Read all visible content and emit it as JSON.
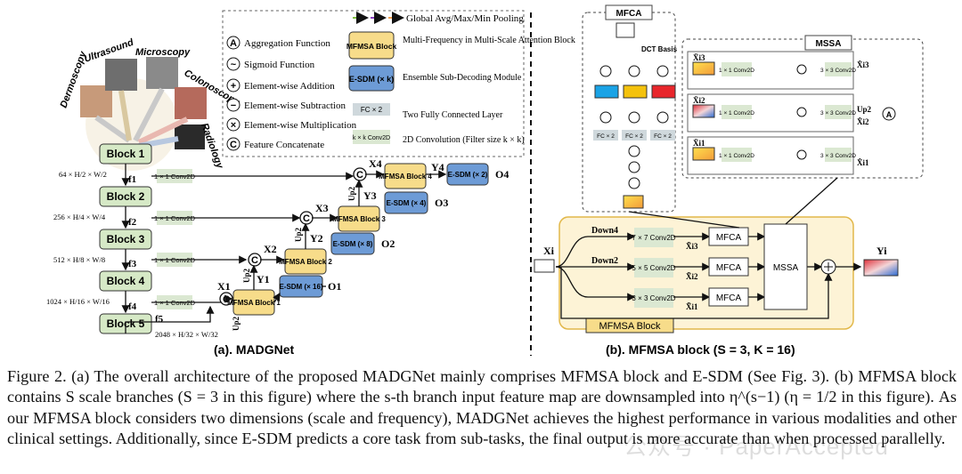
{
  "panel_a": {
    "title": "(a). MADGNet",
    "modalities": [
      "Dermoscopy",
      "Ultrasound",
      "Microscopy",
      "Colonoscopy",
      "Radiology"
    ],
    "blocks": [
      "Block 1",
      "Block 2",
      "Block 3",
      "Block 4",
      "Block 5"
    ],
    "dims": [
      "64 × H/2 × W/2",
      "256 × H/4 × W/4",
      "512 × H/8 × W/8",
      "1024 × H/16 × W/16",
      "2048 × H/32 × W/32"
    ],
    "feature_labels": [
      "f1",
      "f2",
      "f3",
      "f4",
      "f5"
    ],
    "conv_label": "1 × 1 Conv2D",
    "mfmsa_labels": [
      "MFMSA Block 1",
      "MFMSA Block 2",
      "MFMSA Block 3",
      "MFMSA Block 4"
    ],
    "esdm_labels": [
      "E-SDM (× 16)",
      "E-SDM (× 8)",
      "E-SDM (× 4)",
      "E-SDM (× 2)"
    ],
    "outputs": [
      "O1",
      "O2",
      "O3",
      "O4"
    ],
    "x_labels": [
      "X1",
      "X2",
      "X3",
      "X4"
    ],
    "y_labels": [
      "Y1",
      "Y2",
      "Y3",
      "Y4"
    ],
    "up_labels": [
      "Up2",
      "Up2",
      "Up2",
      "Up2"
    ],
    "concat_symbol": "C"
  },
  "legend": {
    "pooling": "Global Avg/Max/Min Pooling",
    "items_left": [
      {
        "symbol": "A",
        "label": "Aggregation Function"
      },
      {
        "symbol": "~",
        "label": "Sigmoid Function"
      },
      {
        "symbol": "+",
        "label": "Element-wise Addition"
      },
      {
        "symbol": "−",
        "label": "Element-wise Subtraction"
      },
      {
        "symbol": "×",
        "label": "Element-wise Multiplication"
      },
      {
        "symbol": "C",
        "label": "Feature Concatenate"
      }
    ],
    "items_right": [
      {
        "box": "MFMSA Block",
        "label": "Multi-Frequency in Multi-Scale Attention Block"
      },
      {
        "box": "E-SDM (× k)",
        "label": "Ensemble Sub-Decoding Module"
      },
      {
        "box": "FC × 2",
        "label": "Two Fully Connected Layer"
      },
      {
        "box": "k × k Conv2D",
        "label": "2D Convolution (Filter size k × k)"
      }
    ]
  },
  "panel_b": {
    "title": "(b). MFMSA block (S = 3, K = 16)",
    "mfca_title": "MFCA",
    "mssa_title": "MSSA",
    "dct_label": "DCT Basis",
    "fc_label": "FC × 2",
    "input_label": "Xi",
    "output_label": "Yi",
    "branches": [
      {
        "down": "Down4",
        "conv": "7 × 7 Conv2D",
        "x": "X̃i3",
        "module": "MFCA"
      },
      {
        "down": "Down2",
        "conv": "5 × 5 Conv2D",
        "x": "X̃i2",
        "module": "MFCA"
      },
      {
        "down": "",
        "conv": "3 × 3 Conv2D",
        "x": "X̃i1",
        "module": "MFCA"
      }
    ],
    "mssa_box": "MSSA",
    "block_label": "MFMSA Block",
    "mssa_rows": [
      {
        "in": "X̄i3",
        "out": "X̂i3"
      },
      {
        "in": "X̄i2",
        "out": "X̂i2"
      },
      {
        "in": "X̄i1",
        "out": "X̂i1"
      }
    ],
    "conv1": "1 × 1 Conv2D",
    "conv3": "3 × 3 Conv2D",
    "upsample": "Up2",
    "aggregate": "A"
  },
  "caption": {
    "text": "Figure 2. (a) The overall architecture of the proposed MADGNet mainly comprises MFMSA block and E-SDM (See Fig. 3). (b) MFMSA block contains S scale branches (S = 3 in this figure) where the s-th branch input feature map are downsampled into η^(s−1) (η = 1/2 in this figure). As our MFMSA block considers two dimensions (scale and frequency), MADGNet achieves the highest performance in various modalities and other clinical settings. Additionally, since E-SDM predicts a core task from sub-tasks, the final output is more accurate than when processed parallelly."
  },
  "watermark": "公众号 · PaperAccepted",
  "colors": {
    "block_green": "#d6e9c6",
    "mfmsa_yellow": "#f7dc8a",
    "esdm_blue": "#6d9bd6",
    "conv_green": "#dbe8d2",
    "fc_gray": "#cfd8dc",
    "mfmsa_bg": "#fdf3d6"
  }
}
